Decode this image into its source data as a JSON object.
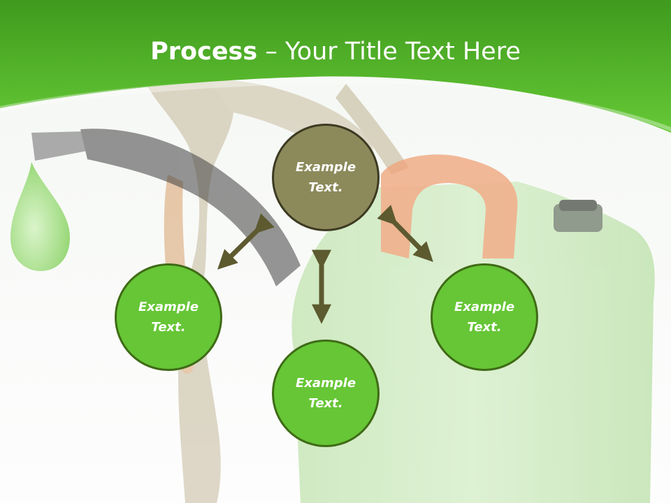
{
  "slide": {
    "title_bold": "Process",
    "title_rest": " – Your Title Text Here"
  },
  "diagram": {
    "center": {
      "label": "Example Text."
    },
    "left": {
      "label": "Example Text."
    },
    "bottom": {
      "label": "Example Text."
    },
    "right": {
      "label": "Example Text."
    }
  },
  "colors": {
    "header_green": "#5cbf2a",
    "node_green": "#66c636",
    "center_node": "#8c8a5b",
    "arrow": "#5d5a30"
  }
}
